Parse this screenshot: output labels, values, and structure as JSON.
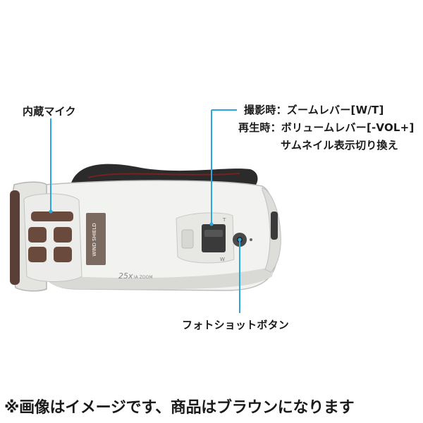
{
  "labels": {
    "built_in_mic": "内蔵マイク",
    "zoom_lever": "撮影時：ズームレバー[W/T]",
    "volume_lever": "再生時：ボリュームレバー[-VOL+]",
    "thumbnail_switch": "サムネイル表示切り換え",
    "photo_shot_button": "フォトショットボタン"
  },
  "camera_markings": {
    "zoom_text": "25x",
    "zoom_sub": "IA ZOOM",
    "wind_shield": "WIND SHIELD",
    "lever_t": "T",
    "lever_w": "W"
  },
  "note": "※画像はイメージです、商品はブラウンになります",
  "colors": {
    "callout_line": "#2aa6e0",
    "camera_body": "#f2f2f0",
    "mic_grille": "#6b4a3e",
    "strap": "#2b2b2b"
  }
}
